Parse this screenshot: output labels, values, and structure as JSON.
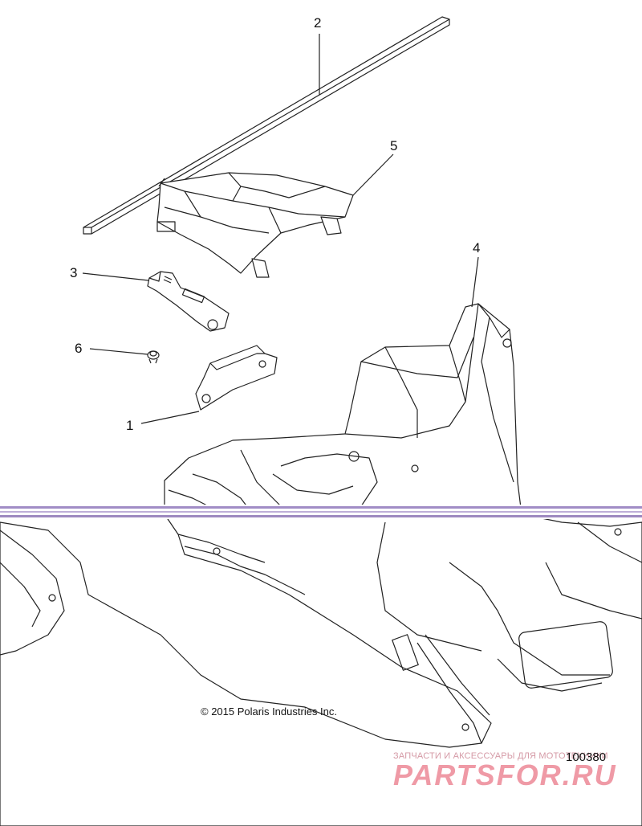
{
  "callouts": {
    "c1": "1",
    "c2": "2",
    "c3": "3",
    "c4": "4",
    "c5": "5",
    "c6": "6"
  },
  "copyright": "© 2015 Polaris Industries Inc.",
  "figure_number": "100380",
  "watermark": {
    "caption": "ЗАПЧАСТИ И АКСЕССУАРЫ ДЛЯ МОТОТЕХНИКИ",
    "brand": "PARTSFOR.RU"
  },
  "colors": {
    "line": "#222222",
    "band": "#8a70b8",
    "watermark": "#ef9aa6"
  }
}
